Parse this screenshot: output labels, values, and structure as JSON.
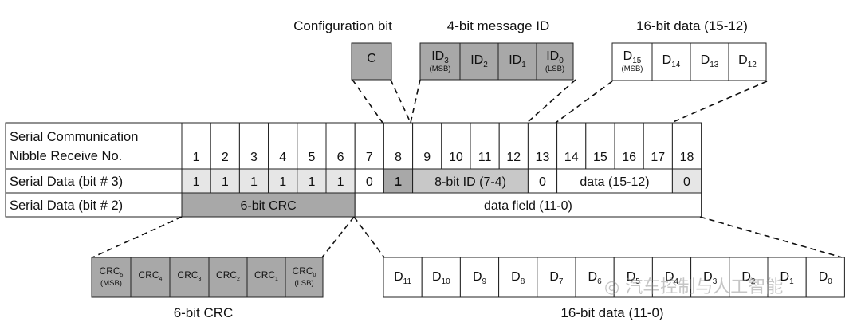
{
  "colors": {
    "dark_gray": "#a8a8a8",
    "light_gray": "#e6e6e6",
    "mid_gray": "#c8c8c8",
    "white": "#ffffff",
    "line": "#222222"
  },
  "labels": {
    "config_bit": "Configuration bit",
    "msg_id": "4-bit message ID",
    "data_hi": "16-bit data (15-12)",
    "crc_bottom": "6-bit CRC",
    "data_bottom": "16-bit data (11-0)"
  },
  "top_boxes": {
    "config": {
      "label": "C"
    },
    "id": [
      {
        "main": "ID",
        "sub": "3",
        "note": "(MSB)"
      },
      {
        "main": "ID",
        "sub": "2",
        "note": ""
      },
      {
        "main": "ID",
        "sub": "1",
        "note": ""
      },
      {
        "main": "ID",
        "sub": "0",
        "note": "(LSB)"
      }
    ],
    "data_hi": [
      {
        "main": "D",
        "sub": "15",
        "note": "(MSB)"
      },
      {
        "main": "D",
        "sub": "14",
        "note": ""
      },
      {
        "main": "D",
        "sub": "13",
        "note": ""
      },
      {
        "main": "D",
        "sub": "12",
        "note": ""
      }
    ]
  },
  "table": {
    "row_headers": [
      "Serial Communication",
      "Nibble Receive No.",
      "Serial Data (bit # 3)",
      "Serial Data (bit # 2)"
    ],
    "nibble_numbers": [
      "1",
      "2",
      "3",
      "4",
      "5",
      "6",
      "7",
      "8",
      "9",
      "10",
      "11",
      "12",
      "13",
      "14",
      "15",
      "16",
      "17",
      "18"
    ],
    "bit3_cells": [
      {
        "text": "1",
        "span": 1,
        "fill": "light"
      },
      {
        "text": "1",
        "span": 1,
        "fill": "light"
      },
      {
        "text": "1",
        "span": 1,
        "fill": "light"
      },
      {
        "text": "1",
        "span": 1,
        "fill": "light"
      },
      {
        "text": "1",
        "span": 1,
        "fill": "light"
      },
      {
        "text": "1",
        "span": 1,
        "fill": "light"
      },
      {
        "text": "0",
        "span": 1,
        "fill": "white"
      },
      {
        "text": "1",
        "span": 1,
        "fill": "dark",
        "bold": true
      },
      {
        "text": "8-bit  ID (7-4)",
        "span": 4,
        "fill": "mid"
      },
      {
        "text": "0",
        "span": 1,
        "fill": "white"
      },
      {
        "text": "data (15-12)",
        "span": 4,
        "fill": "white"
      },
      {
        "text": "0",
        "span": 1,
        "fill": "light"
      }
    ],
    "bit2_crc": "6-bit CRC",
    "bit2_data": "data field (11-0)"
  },
  "bottom_boxes": {
    "crc": [
      {
        "main": "CRC",
        "sub": "5",
        "note": "(MSB)"
      },
      {
        "main": "CRC",
        "sub": "4",
        "note": ""
      },
      {
        "main": "CRC",
        "sub": "3",
        "note": ""
      },
      {
        "main": "CRC",
        "sub": "2",
        "note": ""
      },
      {
        "main": "CRC",
        "sub": "1",
        "note": ""
      },
      {
        "main": "CRC",
        "sub": "0",
        "note": "(LSB)"
      }
    ],
    "data": [
      {
        "main": "D",
        "sub": "11"
      },
      {
        "main": "D",
        "sub": "10"
      },
      {
        "main": "D",
        "sub": "9"
      },
      {
        "main": "D",
        "sub": "8"
      },
      {
        "main": "D",
        "sub": "7"
      },
      {
        "main": "D",
        "sub": "6"
      },
      {
        "main": "D",
        "sub": "5"
      },
      {
        "main": "D",
        "sub": "4"
      },
      {
        "main": "D",
        "sub": "3"
      },
      {
        "main": "D",
        "sub": "2"
      },
      {
        "main": "D",
        "sub": "1"
      },
      {
        "main": "D",
        "sub": "0"
      }
    ]
  },
  "watermark": "汽车控制与人工智能"
}
